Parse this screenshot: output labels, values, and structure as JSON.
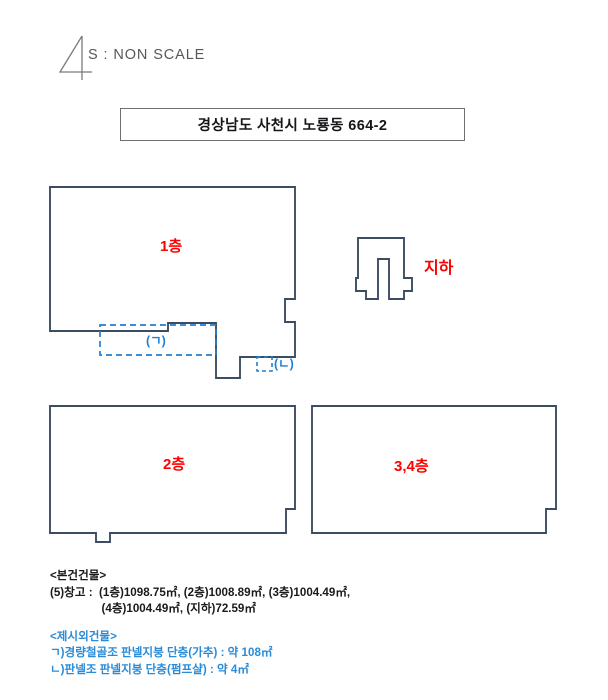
{
  "header": {
    "scale_number": "4",
    "scale_note": "S : NON SCALE"
  },
  "title": {
    "address": "경상남도 사천시 노룡동 664-2"
  },
  "colors": {
    "outline": "#3d4d61",
    "floor_label": "#fe0000",
    "annex": "#1f7fd4",
    "note_black": "#1a1a1a",
    "note_blue": "#2a8cd8",
    "title_border": "#6f6f73"
  },
  "plan": {
    "floors": [
      {
        "id": "floor-1",
        "label": "1층"
      },
      {
        "id": "basement",
        "label": "지하"
      },
      {
        "id": "floor-2",
        "label": "2층"
      },
      {
        "id": "floor-34",
        "label": "3,4층"
      }
    ],
    "annexes": [
      {
        "id": "annex-a",
        "label": "(ㄱ)"
      },
      {
        "id": "annex-b",
        "label": "(ㄴ)"
      }
    ]
  },
  "notes": {
    "main_heading": "<본건건물>",
    "main_lines": [
      "(5)창고 :  (1층)1098.75㎡, (2층)1008.89㎡, (3층)1004.49㎡,",
      "                (4층)1004.49㎡, (지하)72.59㎡"
    ],
    "annex_heading": "<제시외건물>",
    "annex_lines": [
      "ㄱ)경량철골조 판넬지붕 단층(가추) : 약 108㎡",
      "ㄴ)판넬조 판넬지붕 단층(펌프샬) : 약 4㎡"
    ]
  }
}
